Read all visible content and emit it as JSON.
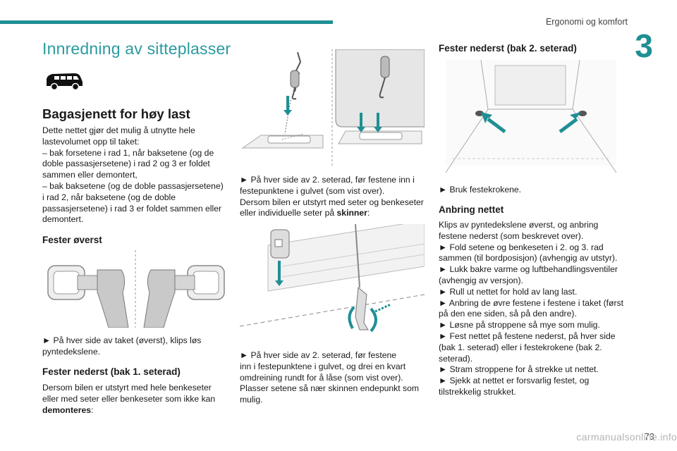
{
  "header": {
    "running_title": "Ergonomi og komfort",
    "chapter_number": "3",
    "accent_color": "#1f8f94"
  },
  "section_title": "Innredning av sitteplasser",
  "vehicle_icon": "van-icon",
  "col1": {
    "heading": "Bagasjenett for høy last",
    "intro": [
      "Dette nettet gjør det mulig å utnytte hele",
      "lastevolumet opp til taket:",
      "– bak forsetene i rad 1, når baksetene (og de",
      "doble passasjersetene) i rad 2 og 3 er foldet",
      "sammen eller demontert,",
      "– bak baksetene (og de doble passasjersetene)",
      "i rad 2, når baksetene (og de doble",
      "passasjersetene) i rad 3 er foldet sammen eller",
      "demontert."
    ],
    "sub1_heading": "Fester øverst",
    "sub1_caption": [
      "► På hver side av taket (øverst), klips løs",
      "pyntedekslene."
    ],
    "sub2_heading": "Fester nederst (bak 1. seterad)",
    "sub2_text_1": "Dersom bilen er utstyrt med hele benkeseter",
    "sub2_text_2": "eller med seter eller benkeseter som ikke kan",
    "sub2_text_bold": "demonteres",
    "sub2_text_end": ":"
  },
  "col2": {
    "caption1": [
      "► På hver side av 2. seterad, før festene inn i",
      "festepunktene i gulvet (som vist over)."
    ],
    "text2_lines": [
      "Dersom bilen er utstyrt med seter og benkeseter"
    ],
    "text2_prefix": "eller individuelle seter på ",
    "text2_bold": "skinner",
    "text2_end": ":",
    "caption2": [
      "► På hver side av 2. seterad, før festene",
      "inn i festepunktene i gulvet, og drei en kvart",
      "omdreining rundt for å låse (som vist over).",
      "Plasser setene så nær skinnen endepunkt som",
      "mulig."
    ]
  },
  "col3": {
    "heading1": "Fester nederst (bak 2. seterad)",
    "caption1": "► Bruk festekrokene.",
    "heading2": "Anbring nettet",
    "steps": [
      "Klips av pyntedekslene øverst, og anbring",
      "festene nederst (som beskrevet over).",
      "► Fold setene og benkeseten i 2. og 3. rad",
      "sammen (til bordposisjon) (avhengig av utstyr).",
      "► Lukk bakre varme og luftbehandlingsventiler",
      "(avhengig av versjon).",
      "► Rull ut nettet for hold av lang last.",
      "► Anbring de øvre festene i festene i taket (først",
      "på den ene siden, så på den andre).",
      "► Løsne på stroppene så mye som mulig.",
      "► Fest nettet på festene nederst, på hver side",
      "(bak 1. seterad) eller i festekrokene (bak 2.",
      "seterad).",
      "► Stram stroppene for å strekke ut nettet.",
      "► Sjekk at nettet er forsvarlig festet, og",
      "tilstrekkelig strukket."
    ]
  },
  "footer": {
    "page_number": "73",
    "watermark": "carmanualsonline.info"
  }
}
